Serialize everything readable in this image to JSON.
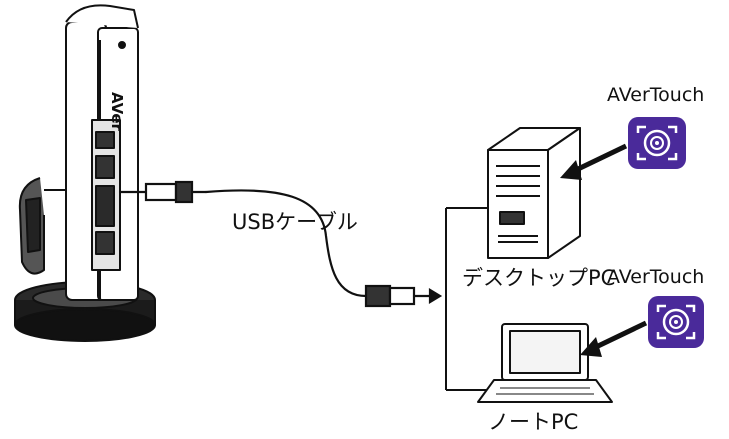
{
  "labels": {
    "cable": "USBケーブル",
    "desktop": "デスクトップPC",
    "notebook": "ノートPC",
    "app_top": "AVerTouch",
    "app_bottom": "AVerTouch",
    "camera_logo": "AVer"
  },
  "icons": {
    "app_icon": "avertouch-app-icon",
    "app_icon_color": "#4a2a9a",
    "camera": "document-camera",
    "desktop": "desktop-tower-pc",
    "notebook": "laptop-pc",
    "cable": "usb-cable"
  },
  "colors": {
    "line": "#111111",
    "app_icon_bg": "#4a2a9a",
    "app_icon_fg": "#ffffff"
  }
}
